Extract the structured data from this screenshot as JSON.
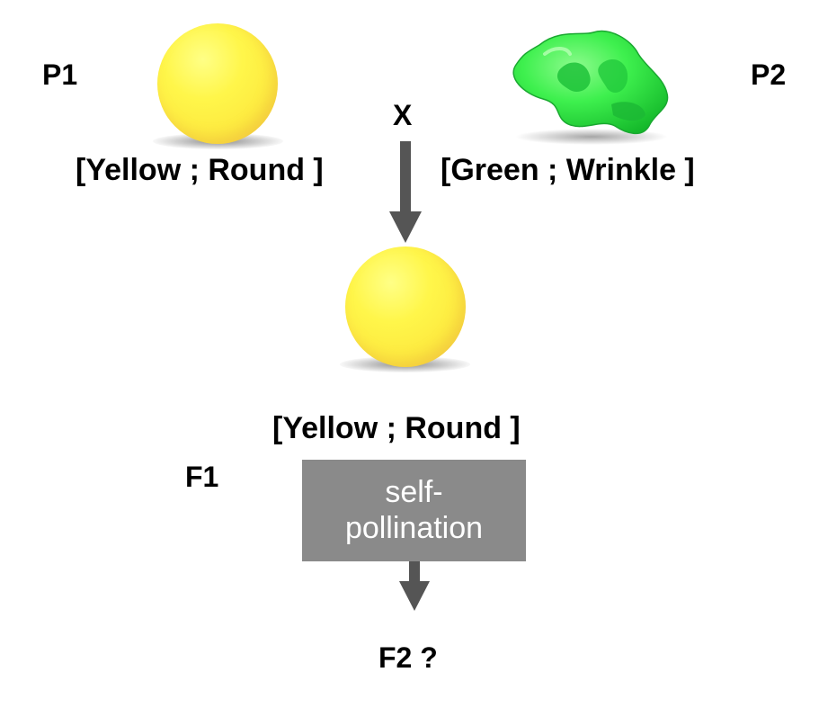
{
  "parents": {
    "p1": {
      "label": "P1",
      "phenotype": "[Yellow ; Round ]",
      "seed_icon": "yellow-round-pea",
      "color": "#fff23e"
    },
    "p2": {
      "label": "P2",
      "phenotype": "[Green ; Wrinkle ]",
      "seed_icon": "green-wrinkled-pea",
      "color": "#33e14a"
    },
    "cross_symbol": "X"
  },
  "f1": {
    "label": "F1",
    "phenotype": "[Yellow ; Round ]",
    "seed_icon": "yellow-round-pea"
  },
  "process": {
    "text": "self-\npollination",
    "box_color": "#8a8a8a",
    "text_color": "#ffffff"
  },
  "f2": {
    "label": "F2 ?"
  },
  "colors": {
    "arrow": "#555555",
    "text": "#000000",
    "background": "#ffffff"
  }
}
